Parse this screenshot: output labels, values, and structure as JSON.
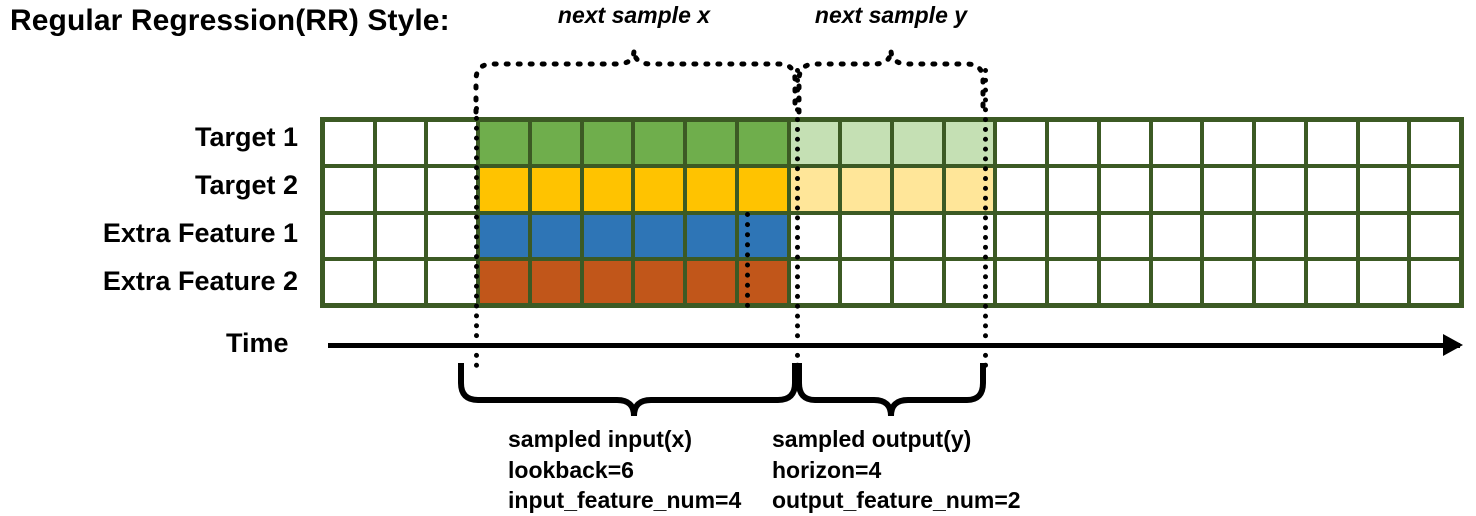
{
  "title": "Regular Regression(RR) Style:",
  "rows": [
    {
      "label": "Target 1",
      "color": "#6FAE4C",
      "light": "#C5E0B4",
      "has_output": true
    },
    {
      "label": "Target 2",
      "color": "#FFC300",
      "light": "#FFE699",
      "has_output": true
    },
    {
      "label": "Extra Feature 1",
      "color": "#2E75B6",
      "light": "",
      "has_output": false
    },
    {
      "label": "Extra Feature 2",
      "color": "#C1561A",
      "light": "",
      "has_output": false
    }
  ],
  "grid": {
    "total_columns": 22,
    "lead_blank_columns": 3,
    "input_columns": 6,
    "output_columns": 4,
    "trail_blank_columns": 9,
    "border_color": "#3C5A24",
    "empty_cell_color": "#FFFFFF"
  },
  "time_axis": {
    "label": "Time"
  },
  "top_braces": [
    {
      "label": "next sample x"
    },
    {
      "label": "next sample y"
    }
  ],
  "bottom_braces": [
    {
      "line1": "sampled input(x)",
      "line2": "lookback=6",
      "line3": "input_feature_num=4"
    },
    {
      "line1": "sampled output(y)",
      "line2": "horizon=4",
      "line3": "output_feature_num=2"
    }
  ]
}
